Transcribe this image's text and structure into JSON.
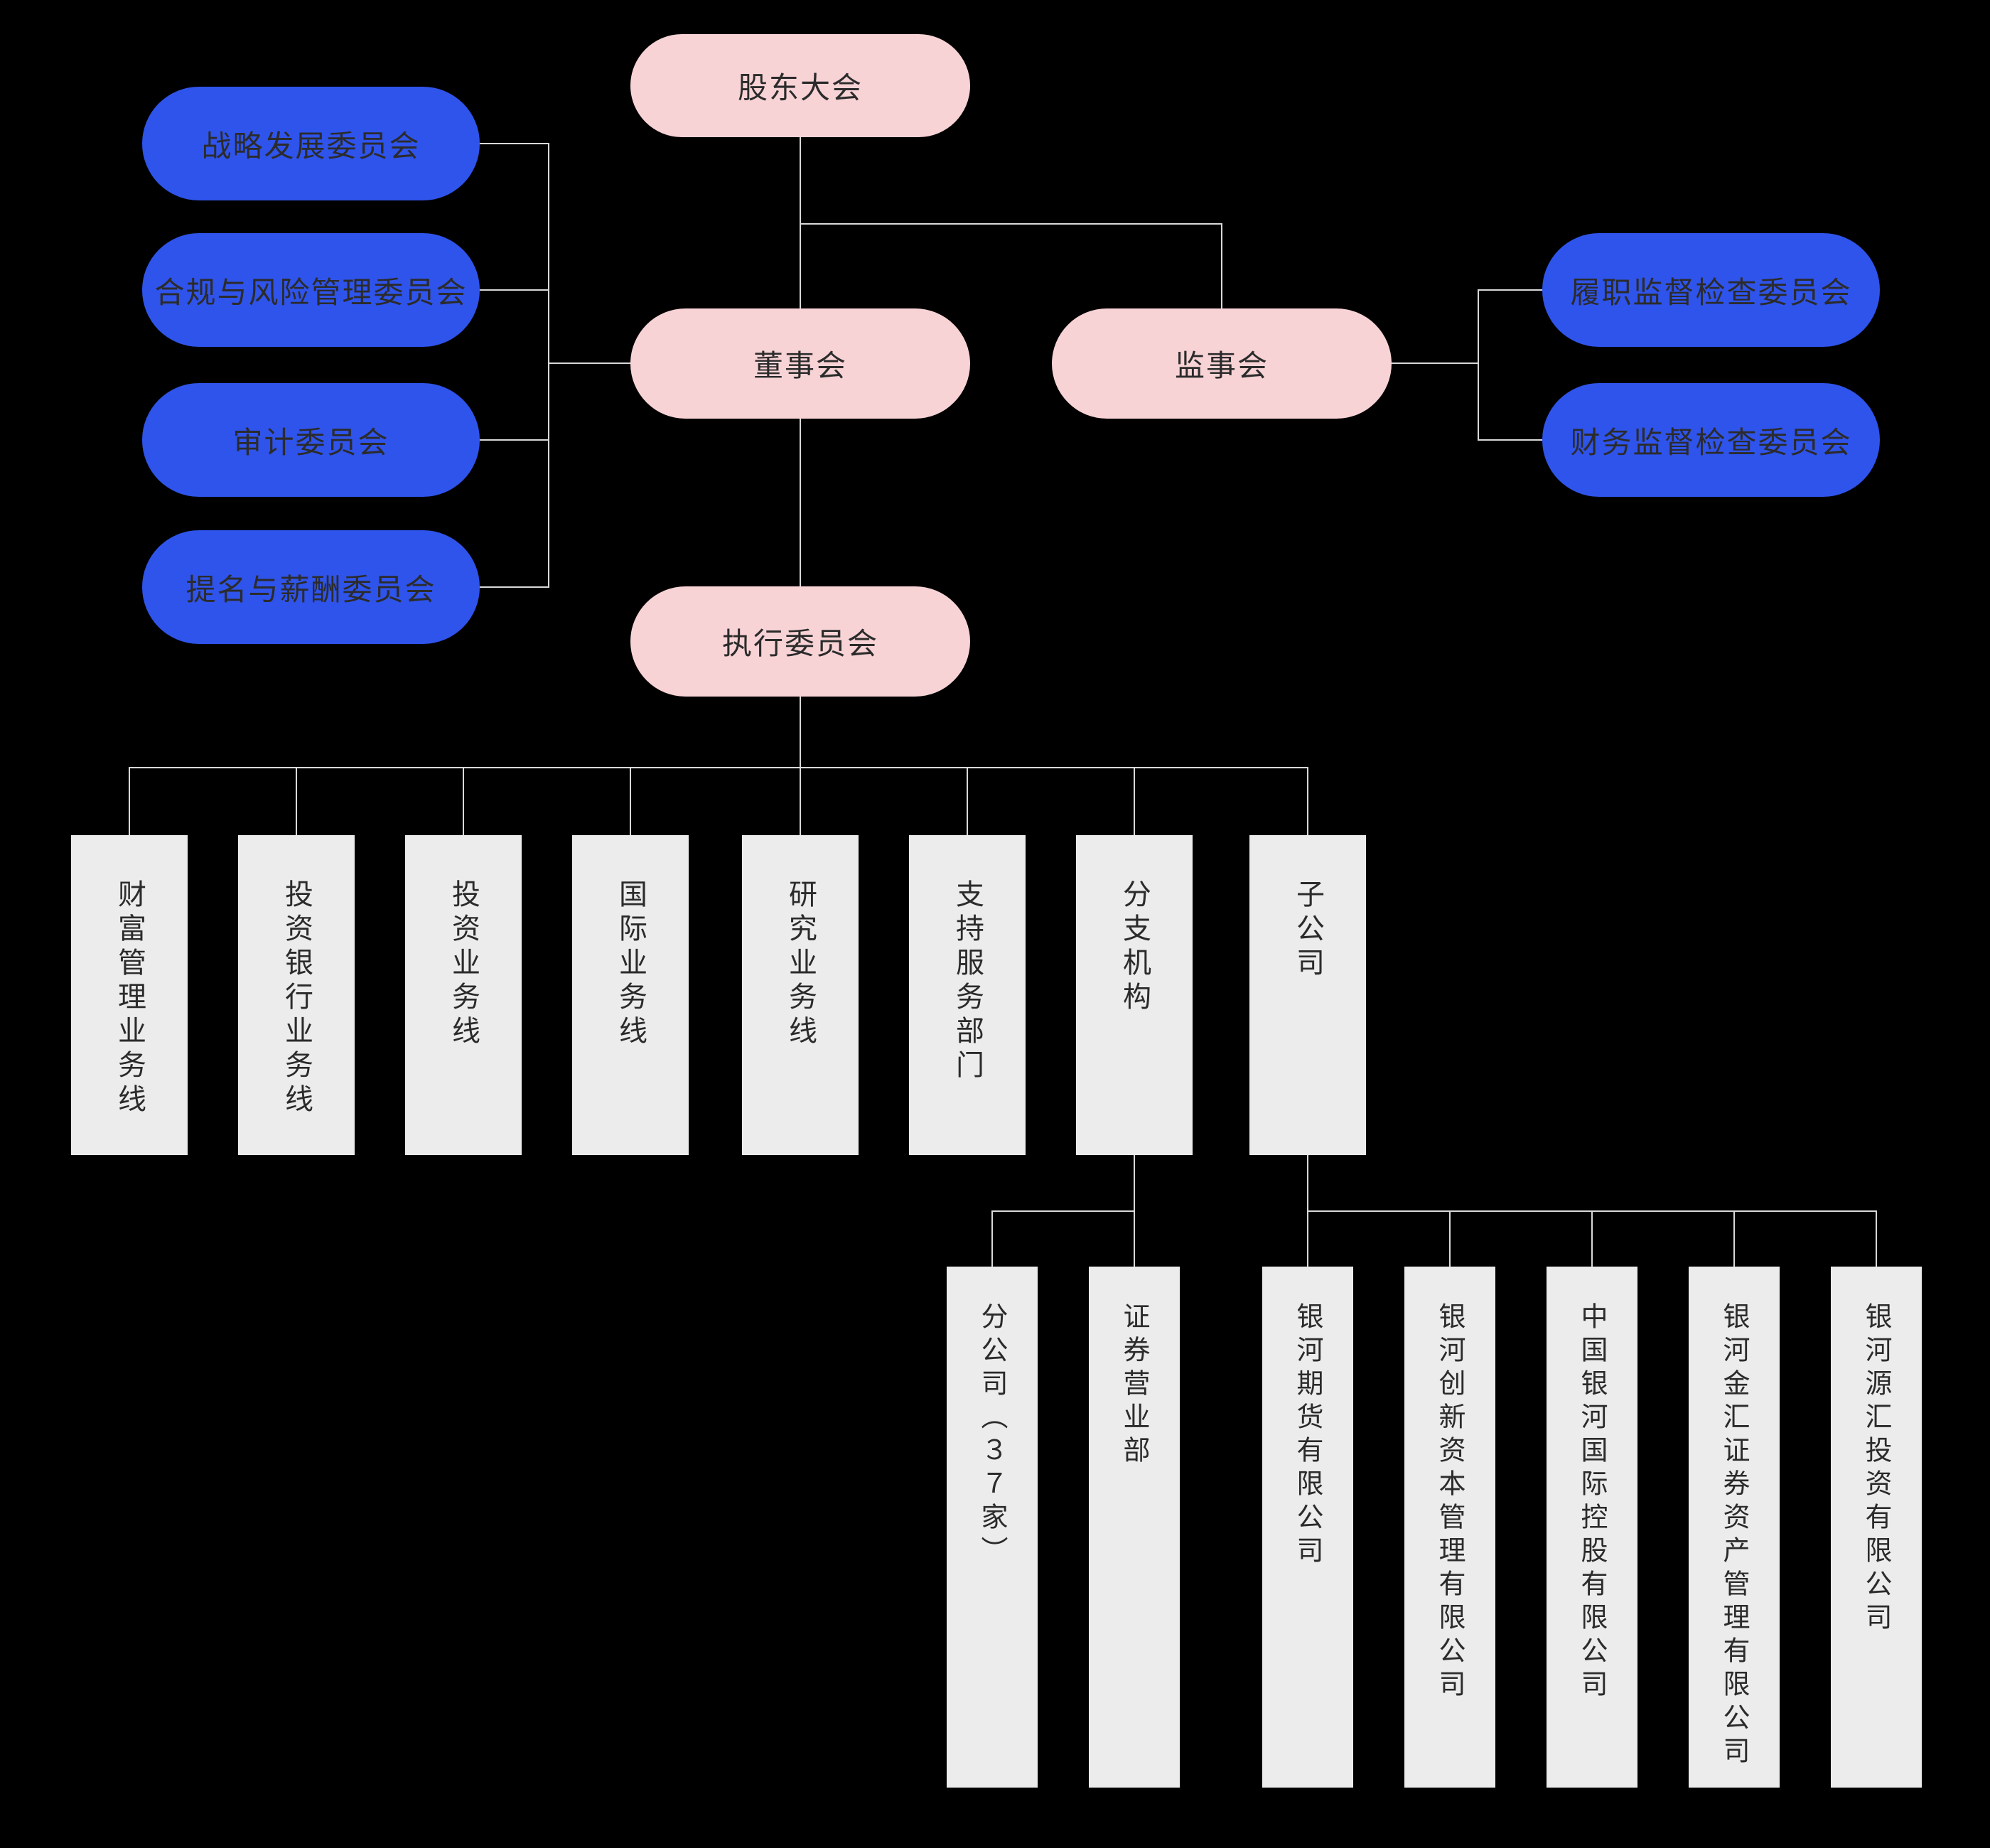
{
  "palette": {
    "background": "#000000",
    "pink": "#f8d3d6",
    "blue": "#2f54eb",
    "gray_box": "#ececec",
    "line": "#d9d9d9",
    "text": "#2b2b2b"
  },
  "nodes": {
    "shareholders": "股东大会",
    "board": "董事会",
    "supervisory": "监事会",
    "executive": "执行委员会"
  },
  "board_committees": [
    "战略发展委员会",
    "合规与风险管理委员会",
    "审计委员会",
    "提名与薪酬委员会"
  ],
  "supervisory_committees": [
    "履职监督检查委员会",
    "财务监督检查委员会"
  ],
  "business_lines": [
    "财富管理业务线",
    "投资银行业务线",
    "投资业务线",
    "国际业务线",
    "研究业务线",
    "支持服务部门",
    "分支机构",
    "子公司"
  ],
  "branch_children": [
    "分公司（３７家）",
    "证券营业部"
  ],
  "subsidiary_children": [
    "银河期货有限公司",
    "银河创新资本管理有限公司",
    "中国银河国际控股有限公司",
    "银河金汇证券资产管理有限公司",
    "银河源汇投资有限公司"
  ]
}
